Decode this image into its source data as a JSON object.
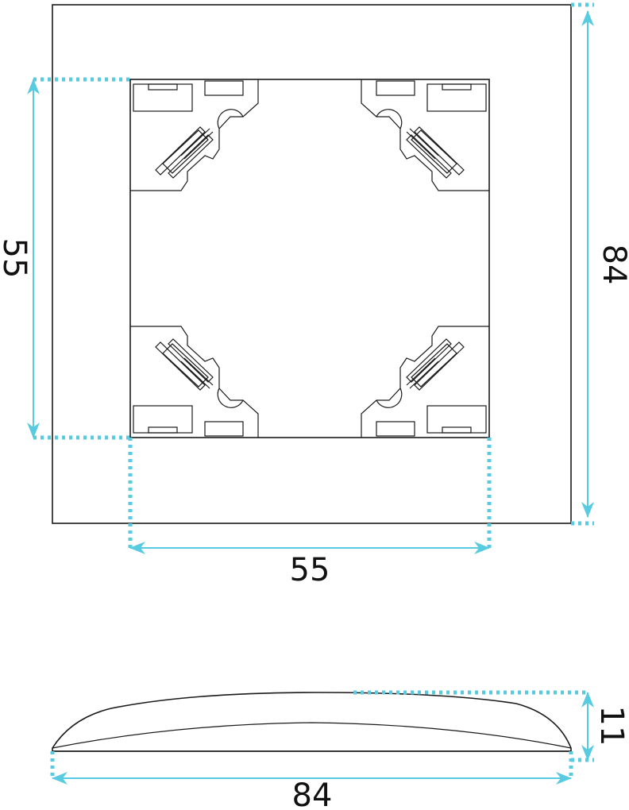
{
  "colors": {
    "dimension": "#58cbe0",
    "outline": "#1a1a1a",
    "background": "#ffffff"
  },
  "front_view": {
    "outer_width_label": "84",
    "inner_height_label": "55",
    "inner_width_label": "55"
  },
  "side_view": {
    "thickness_label": "11",
    "width_label": "84"
  }
}
